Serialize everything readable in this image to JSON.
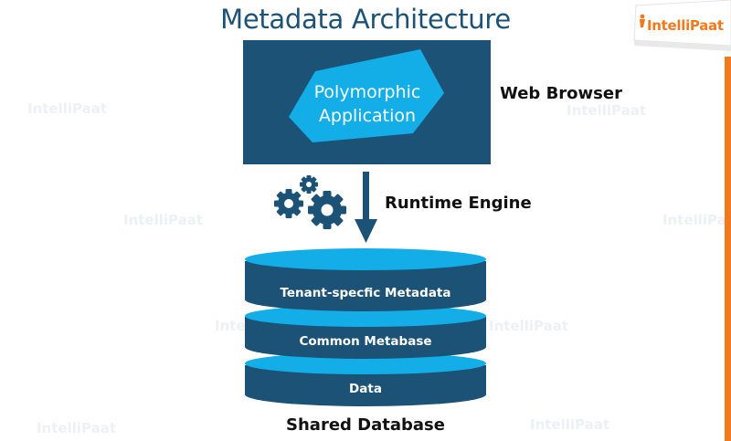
{
  "diagram": {
    "title": "Metadata Architecture",
    "application_label": "Polymorphic Application",
    "browser_label": "Web Browser",
    "engine_label": "Runtime Engine",
    "database_layers": [
      "Tenant-specfic Metadata",
      "Common Metabase",
      "Data"
    ],
    "database_label": "Shared Database"
  },
  "brand": {
    "logo_text": "IntelliPaat",
    "watermark_text": "IntelliPaat"
  },
  "colors": {
    "navy": "#1d5277",
    "cyan": "#13aee8",
    "brand_orange": "#f1791e"
  },
  "icons": [
    "gears-icon",
    "down-arrow-icon"
  ]
}
